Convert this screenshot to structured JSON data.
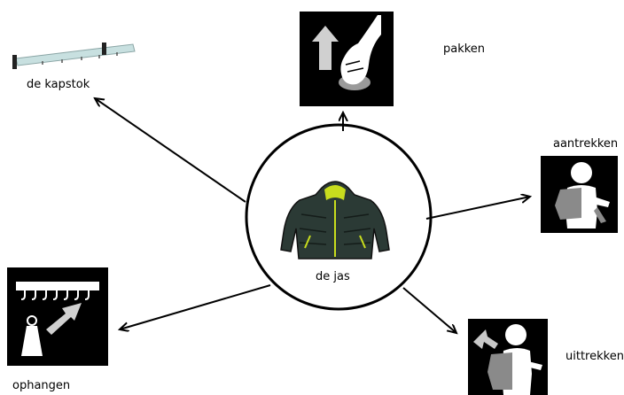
{
  "center": {
    "label": "de jas",
    "icon": "jacket-icon"
  },
  "nodes": {
    "kapstok": {
      "label": "de kapstok",
      "icon": "coat-rack-icon"
    },
    "pakken": {
      "label": "pakken",
      "icon": "hand-grab-icon"
    },
    "aantrekken": {
      "label": "aantrekken",
      "icon": "person-put-on-coat-icon"
    },
    "uittrekken": {
      "label": "uittrekken",
      "icon": "person-take-off-coat-icon"
    },
    "ophangen": {
      "label": "ophangen",
      "icon": "hang-coat-icon"
    }
  },
  "colors": {
    "jacket": "#2b3a35",
    "jacket_accent": "#c8dd1e",
    "card": "#000000",
    "rack": "#c8e0e0"
  }
}
